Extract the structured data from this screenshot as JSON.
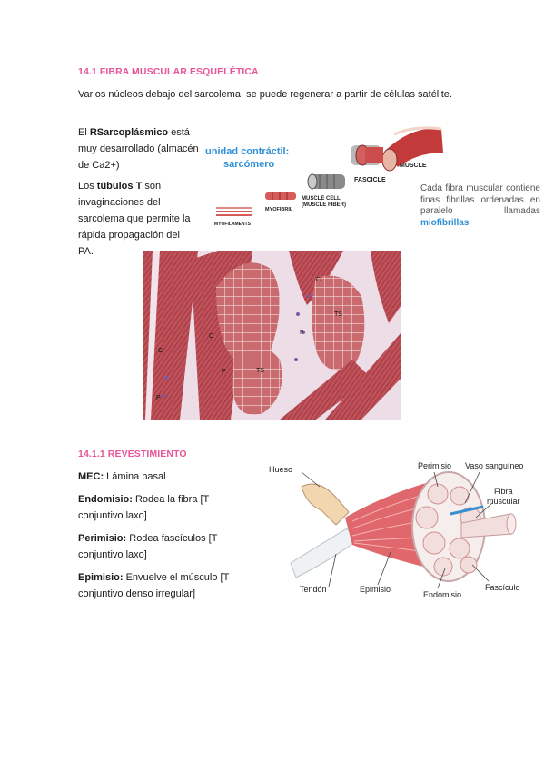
{
  "section1": {
    "heading": "14.1 FIBRA MUSCULAR ESQUELÉTICA",
    "intro": "Varios núcleos debajo del sarcolema, se puede regenerar a partir de células satélite.",
    "rs_prefix": "El ",
    "rs_bold": "RSarcoplásmico",
    "rs_rest": " está muy desarrollado (almacén de Ca2+)",
    "tt_prefix": "Los ",
    "tt_bold": "túbulos T",
    "tt_rest": " son invaginaciones del sarcolema que permite la rápida propagación del PA."
  },
  "hierarchy_figure": {
    "title_line1": "unidad contráctil:",
    "title_line2": "sarcómero",
    "muscle": "MUSCLE",
    "fascicle": "FASCICLE",
    "cell": "MUSCLE CELL",
    "fiber": "(MUSCLE FIBER)",
    "myofibril": "MYOFIBRIL",
    "myofilaments": "MYOFILAMENTS",
    "note_main": "Cada fibra muscular contiene finas fibrillas ordenadas en paralelo llamadas ",
    "note_bold": "miofibrillas",
    "accent": "#2f8fd6"
  },
  "histology": {
    "labels": [
      "C",
      "TS",
      "C",
      "P",
      "P",
      "TS",
      "C",
      "P"
    ]
  },
  "section2": {
    "heading": "14.1.1 REVESTIMIENTO",
    "items": [
      {
        "term": "MEC:",
        "desc": " Lámina basal"
      },
      {
        "term": "Endomisio:",
        "desc": " Rodea la fibra [T conjuntivo laxo]"
      },
      {
        "term": "Perimisio:",
        "desc": " Rodea fascículos [T conjuntivo laxo]"
      },
      {
        "term": "Epimisio:",
        "desc": " Envuelve el músculo [T conjuntivo denso irregular]"
      }
    ]
  },
  "anatomy_figure": {
    "hueso": "Hueso",
    "perimisio": "Perimisio",
    "vaso": "Vaso sanguíneo",
    "fibra1": "Fibra",
    "fibra2": "muscular",
    "tendon": "Tendón",
    "epimisio": "Epimisio",
    "endomisio": "Endomisio",
    "fasciculo": "Fascículo"
  }
}
